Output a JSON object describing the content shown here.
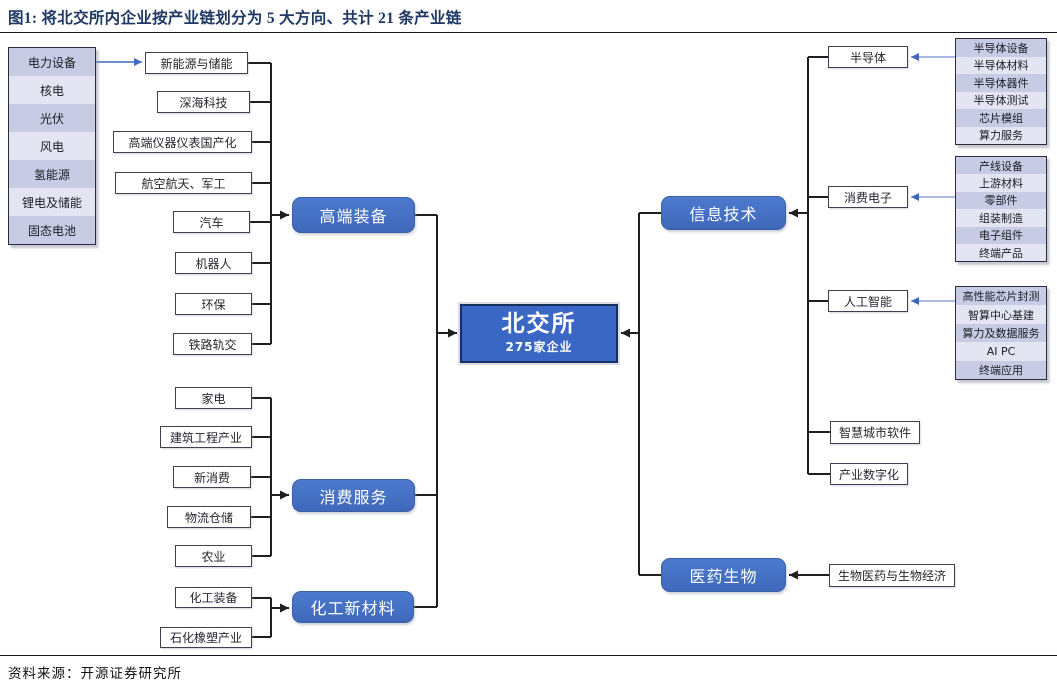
{
  "header": {
    "title": "图1: 将北交所内企业按产业链划分为 5 大方向、共计 21 条产业链"
  },
  "footer": {
    "source": "资料来源：开源证券研究所"
  },
  "center": {
    "name": "北交所",
    "subtitle": "275家企业"
  },
  "colors": {
    "accent_blue": "#4472C4",
    "center_blue": "#3A66C4",
    "navy": "#1F3864",
    "line_black": "#1f1f23",
    "stack_dark": "#C7CCE4",
    "stack_light": "#E3E6F2",
    "arrow_blue_light": "#8FA3DA"
  },
  "groups": {
    "high_end_equipment": {
      "label": "高端装备",
      "children": [
        "新能源与储能",
        "深海科技",
        "高端仪器仪表国产化",
        "航空航天、军工",
        "汽车",
        "机器人",
        "环保",
        "铁路轨交"
      ]
    },
    "consumer_services": {
      "label": "消费服务",
      "children": [
        "家电",
        "建筑工程产业",
        "新消费",
        "物流仓储",
        "农业"
      ]
    },
    "chemical_new_materials": {
      "label": "化工新材料",
      "children": [
        "化工装备",
        "石化橡塑产业"
      ]
    },
    "information_technology": {
      "label": "信息技术",
      "children": [
        "半导体",
        "消费电子",
        "人工智能",
        "智慧城市软件",
        "产业数字化"
      ]
    },
    "pharma_bio": {
      "label": "医药生物",
      "children": [
        "生物医药与生物经济"
      ]
    }
  },
  "stacks": {
    "power_equipment": {
      "items": [
        "电力设备",
        "核电",
        "光伏",
        "风电",
        "氢能源",
        "锂电及储能",
        "固态电池"
      ]
    },
    "semiconductor": {
      "items": [
        "半导体设备",
        "半导体材料",
        "半导体器件",
        "半导体测试",
        "芯片模组",
        "算力服务"
      ]
    },
    "consumer_electronics": {
      "items": [
        "产线设备",
        "上游材料",
        "零部件",
        "组装制造",
        "电子组件",
        "终端产品"
      ]
    },
    "artificial_intelligence": {
      "items": [
        "高性能芯片封测",
        "智算中心基建",
        "算力及数据服务",
        "AI PC",
        "终端应用"
      ]
    }
  }
}
